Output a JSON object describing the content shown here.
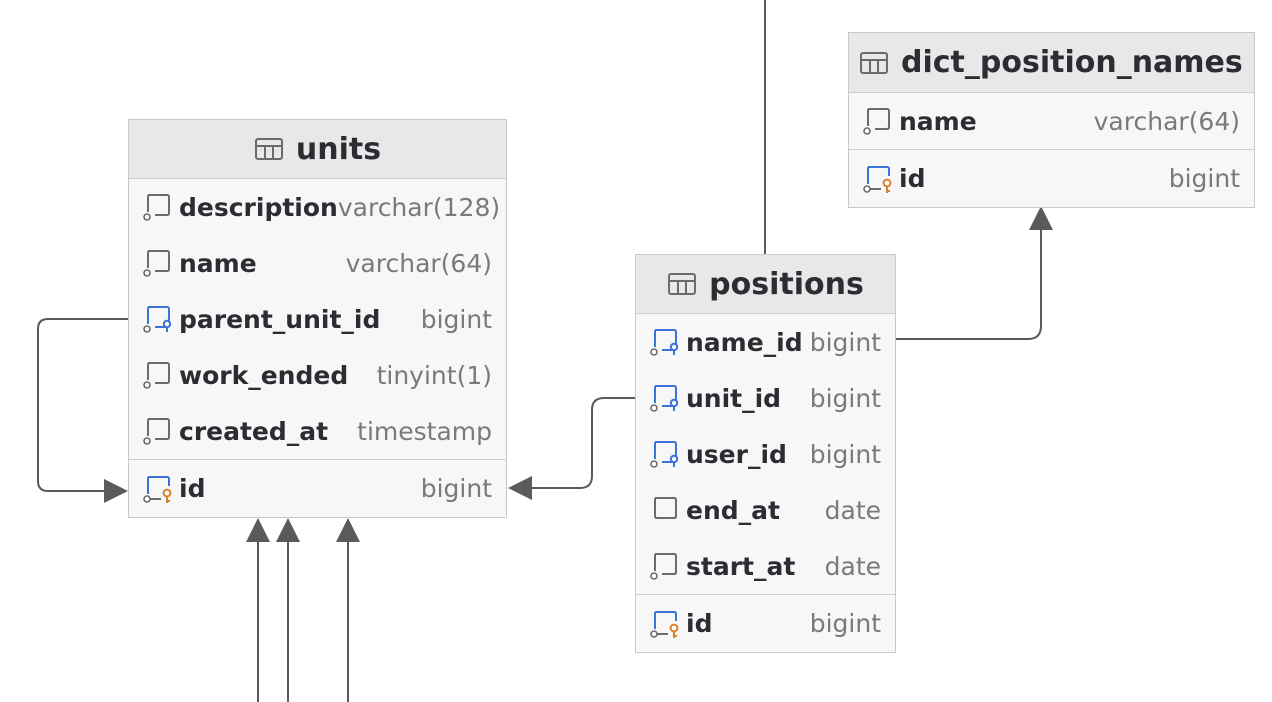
{
  "tables": {
    "dict_position_names": {
      "title": "dict_position_names",
      "columns": [
        {
          "name": "name",
          "type": "varchar(64)",
          "kind": "plain"
        }
      ],
      "pk": {
        "name": "id",
        "type": "bigint",
        "kind": "pk"
      }
    },
    "units": {
      "title": "units",
      "columns": [
        {
          "name": "description",
          "type": "varchar(128)",
          "kind": "plain"
        },
        {
          "name": "name",
          "type": "varchar(64)",
          "kind": "plain"
        },
        {
          "name": "parent_unit_id",
          "type": "bigint",
          "kind": "fk"
        },
        {
          "name": "work_ended",
          "type": "tinyint(1)",
          "kind": "plain"
        },
        {
          "name": "created_at",
          "type": "timestamp",
          "kind": "plain"
        }
      ],
      "pk": {
        "name": "id",
        "type": "bigint",
        "kind": "pk"
      }
    },
    "positions": {
      "title": "positions",
      "columns": [
        {
          "name": "name_id",
          "type": "bigint",
          "kind": "fk"
        },
        {
          "name": "unit_id",
          "type": "bigint",
          "kind": "fk"
        },
        {
          "name": "user_id",
          "type": "bigint",
          "kind": "fk"
        },
        {
          "name": "end_at",
          "type": "date",
          "kind": "plain-notnull"
        },
        {
          "name": "start_at",
          "type": "date",
          "kind": "plain"
        }
      ],
      "pk": {
        "name": "id",
        "type": "bigint",
        "kind": "pk"
      }
    }
  },
  "colors": {
    "edge": "#5a5a5a",
    "fk_icon": "#3b73d9",
    "pk_icon": "#d9822b",
    "header_bg": "#e8e8e8",
    "body_bg": "#f7f7f7"
  }
}
